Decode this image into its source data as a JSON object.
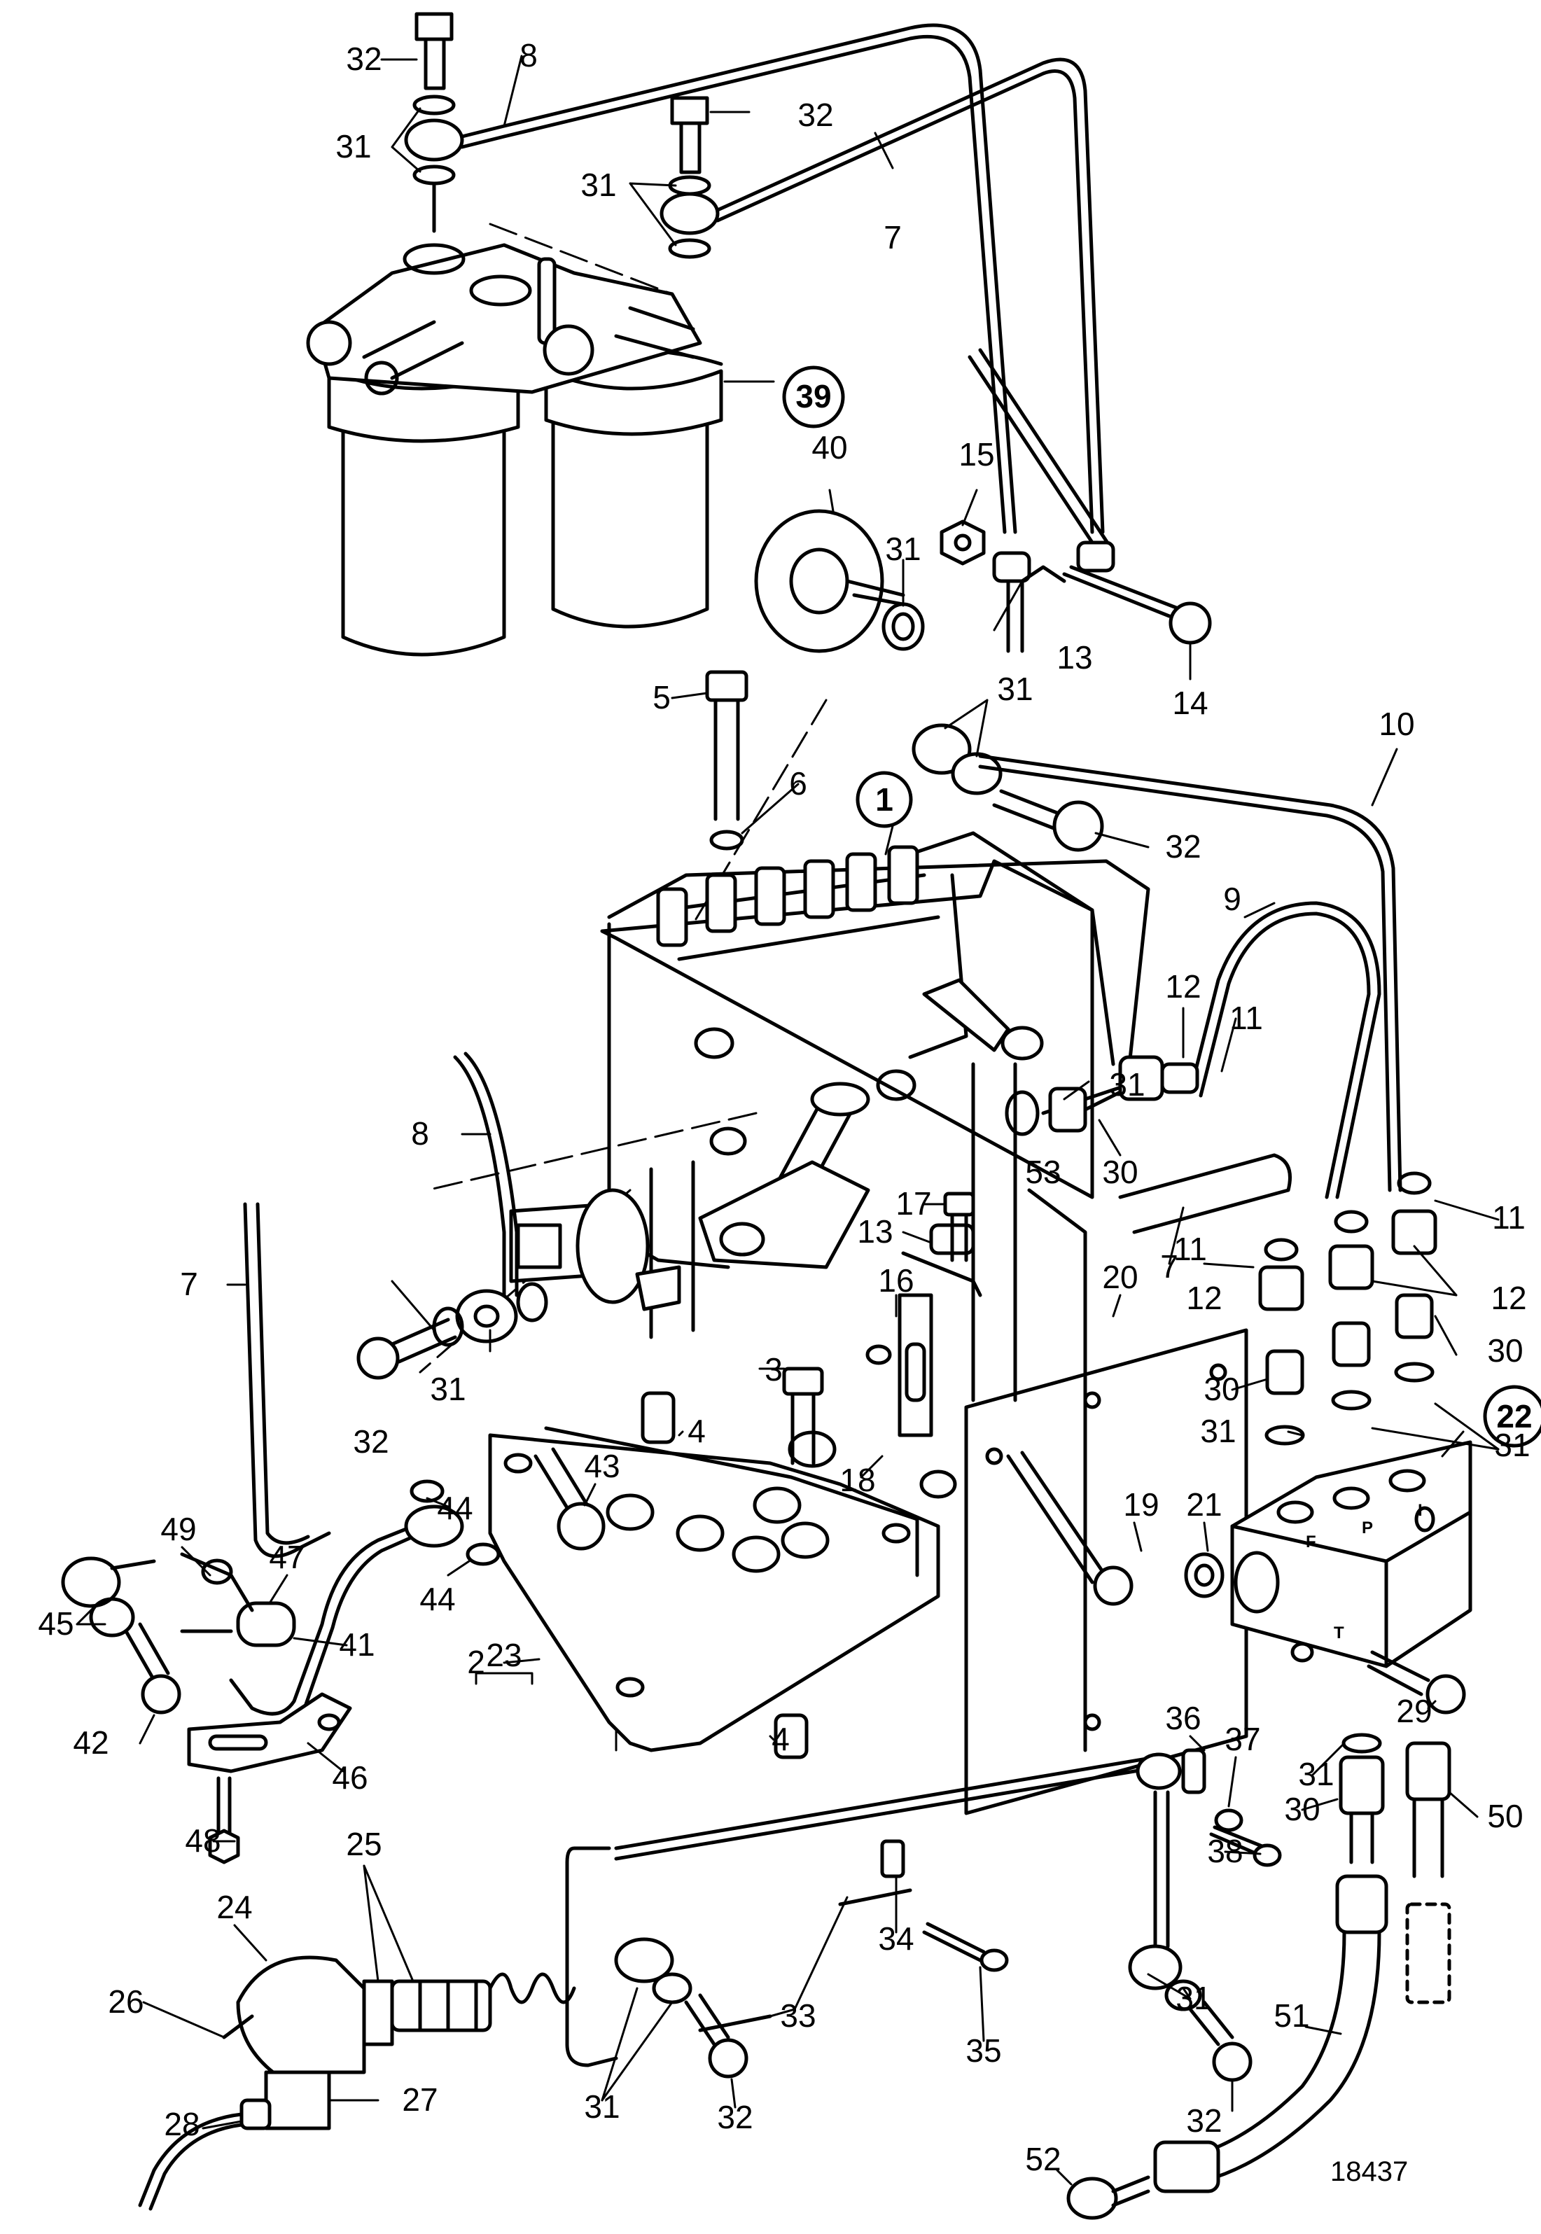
{
  "figure_number": "18437",
  "block_port_letters": [
    "F",
    "P",
    "I",
    "T"
  ],
  "callouts": [
    {
      "id": "c32a",
      "label": "32"
    },
    {
      "id": "c8a",
      "label": "8"
    },
    {
      "id": "c31a",
      "label": "31"
    },
    {
      "id": "c32b",
      "label": "32"
    },
    {
      "id": "c31b",
      "label": "31"
    },
    {
      "id": "c7a",
      "label": "7"
    },
    {
      "id": "c39",
      "label": "39",
      "circled": true
    },
    {
      "id": "c40",
      "label": "40"
    },
    {
      "id": "c15",
      "label": "15"
    },
    {
      "id": "c31c",
      "label": "31"
    },
    {
      "id": "c13a",
      "label": "13"
    },
    {
      "id": "c14",
      "label": "14"
    },
    {
      "id": "c5",
      "label": "5"
    },
    {
      "id": "c31d",
      "label": "31"
    },
    {
      "id": "c10",
      "label": "10"
    },
    {
      "id": "c6",
      "label": "6"
    },
    {
      "id": "c1",
      "label": "1",
      "circled": true
    },
    {
      "id": "c32c",
      "label": "32"
    },
    {
      "id": "c9",
      "label": "9"
    },
    {
      "id": "c12a",
      "label": "12"
    },
    {
      "id": "c11a",
      "label": "11"
    },
    {
      "id": "c31e",
      "label": "31"
    },
    {
      "id": "c8b",
      "label": "8"
    },
    {
      "id": "c30a",
      "label": "30"
    },
    {
      "id": "c53",
      "label": "53"
    },
    {
      "id": "c11b",
      "label": "11"
    },
    {
      "id": "c7b",
      "label": "7"
    },
    {
      "id": "c17",
      "label": "17"
    },
    {
      "id": "c13b",
      "label": "13"
    },
    {
      "id": "c7c",
      "label": "7"
    },
    {
      "id": "c11c",
      "label": "11"
    },
    {
      "id": "c12b",
      "label": "12"
    },
    {
      "id": "c12c",
      "label": "12"
    },
    {
      "id": "c20",
      "label": "20"
    },
    {
      "id": "c16",
      "label": "16"
    },
    {
      "id": "c30b",
      "label": "30"
    },
    {
      "id": "c30c",
      "label": "30"
    },
    {
      "id": "c31f",
      "label": "31"
    },
    {
      "id": "c32d",
      "label": "32"
    },
    {
      "id": "c3",
      "label": "3"
    },
    {
      "id": "c4a",
      "label": "4"
    },
    {
      "id": "c31g",
      "label": "31"
    },
    {
      "id": "c31h",
      "label": "31"
    },
    {
      "id": "c43",
      "label": "43"
    },
    {
      "id": "c18",
      "label": "18"
    },
    {
      "id": "c49",
      "label": "49"
    },
    {
      "id": "c44a",
      "label": "44"
    },
    {
      "id": "c19",
      "label": "19"
    },
    {
      "id": "c21",
      "label": "21"
    },
    {
      "id": "c47",
      "label": "47"
    },
    {
      "id": "c44b",
      "label": "44"
    },
    {
      "id": "c45",
      "label": "45"
    },
    {
      "id": "c22",
      "label": "22",
      "circled": true
    },
    {
      "id": "c41",
      "label": "41"
    },
    {
      "id": "c2",
      "label": "2"
    },
    {
      "id": "c29",
      "label": "29"
    },
    {
      "id": "c42",
      "label": "42"
    },
    {
      "id": "c46",
      "label": "46"
    },
    {
      "id": "c4b",
      "label": "4"
    },
    {
      "id": "c36",
      "label": "36"
    },
    {
      "id": "c37",
      "label": "37"
    },
    {
      "id": "c31i",
      "label": "31"
    },
    {
      "id": "c30d",
      "label": "30"
    },
    {
      "id": "c50",
      "label": "50"
    },
    {
      "id": "c23",
      "label": "23"
    },
    {
      "id": "c48",
      "label": "48"
    },
    {
      "id": "c38",
      "label": "38"
    },
    {
      "id": "c25",
      "label": "25"
    },
    {
      "id": "c24",
      "label": "24"
    },
    {
      "id": "c34",
      "label": "34"
    },
    {
      "id": "c26",
      "label": "26"
    },
    {
      "id": "c33",
      "label": "33"
    },
    {
      "id": "c31j",
      "label": "31"
    },
    {
      "id": "c35",
      "label": "35"
    },
    {
      "id": "c51",
      "label": "51"
    },
    {
      "id": "c28",
      "label": "28"
    },
    {
      "id": "c27",
      "label": "27"
    },
    {
      "id": "c31k",
      "label": "31"
    },
    {
      "id": "c32e",
      "label": "32"
    },
    {
      "id": "c32f",
      "label": "32"
    },
    {
      "id": "c52",
      "label": "52"
    }
  ]
}
